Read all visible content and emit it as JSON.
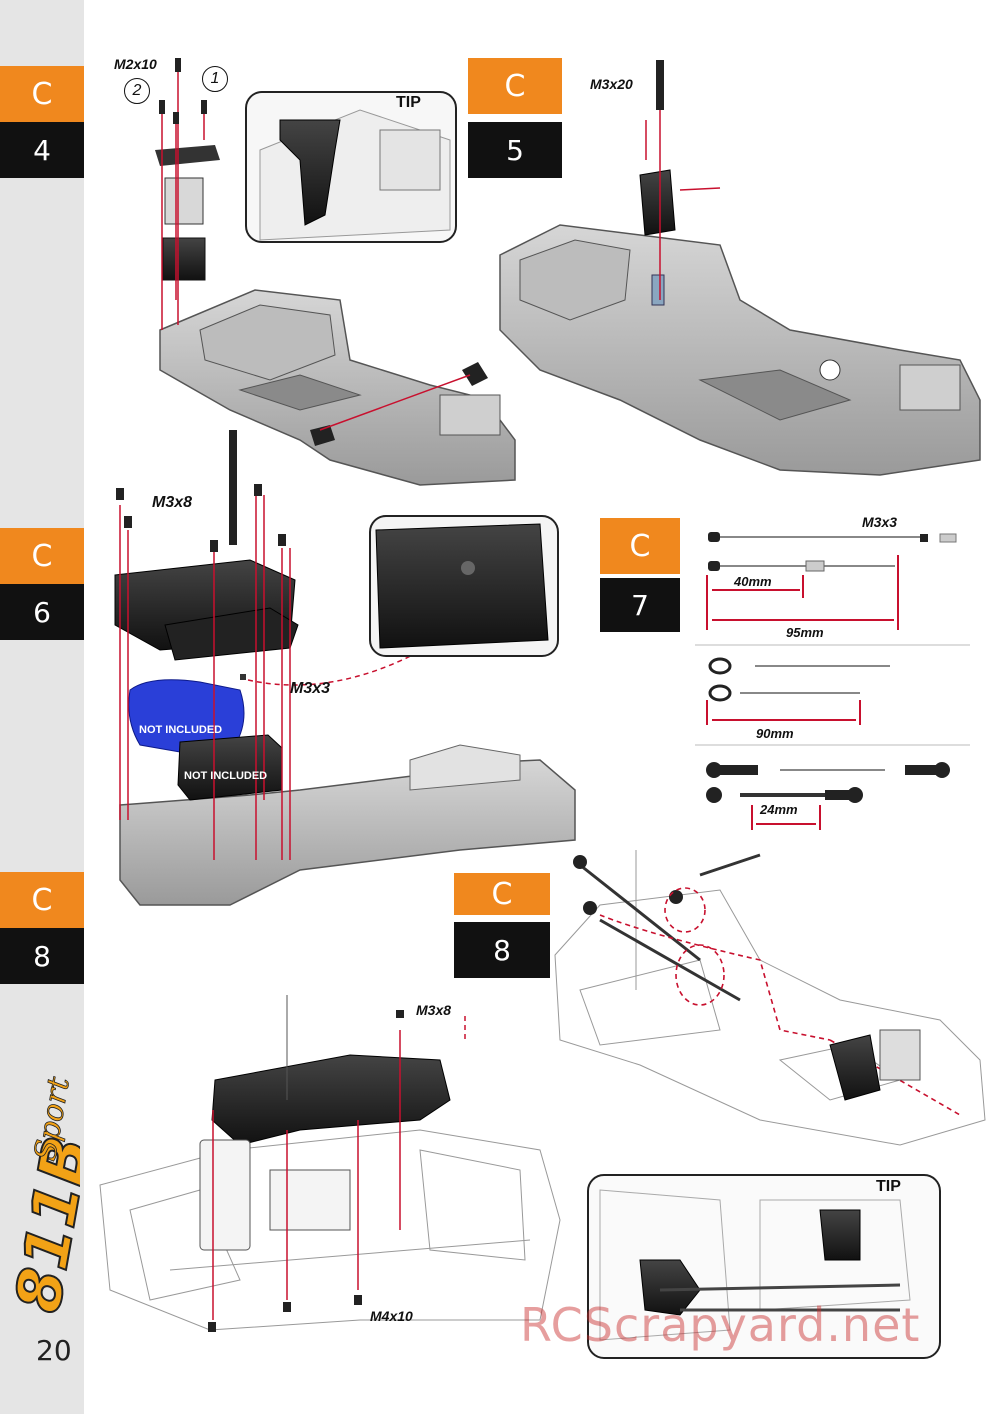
{
  "sidebar": {
    "tabs": [
      {
        "letter": "C",
        "number": "4"
      },
      {
        "letter": "C",
        "number": "6"
      },
      {
        "letter": "C",
        "number": "8"
      }
    ],
    "logo_text": "811B Sport",
    "page_number": "20"
  },
  "steps": {
    "step5": {
      "letter": "C",
      "number": "5"
    },
    "step7": {
      "letter": "C",
      "number": "7"
    },
    "step8": {
      "letter": "C",
      "number": "8"
    }
  },
  "callouts": {
    "m2x10": "M2x10",
    "order_2": "2",
    "order_1": "1",
    "m3x20": "M3x20",
    "m3x8_a": "M3x8",
    "m3x3_a": "M3x3",
    "m3x3_b": "M3x3",
    "m3x8_b": "M3x8",
    "m4x10": "M4x10"
  },
  "tips": {
    "tip1": "TIP",
    "tip2": "TIP"
  },
  "labels": {
    "not_included_1": "NOT INCLUDED",
    "not_included_2": "NOT INCLUDED"
  },
  "dimensions": {
    "d40": "40mm",
    "d95": "95mm",
    "d90": "90mm",
    "d24": "24mm"
  },
  "watermark": "RCScrapyard.net",
  "colors": {
    "accent_orange": "#f0881e",
    "tab_black": "#111111",
    "sidebar_gray": "#e5e5e5",
    "guide_red": "#c8102e",
    "battery_blue": "#2a3fd8"
  }
}
